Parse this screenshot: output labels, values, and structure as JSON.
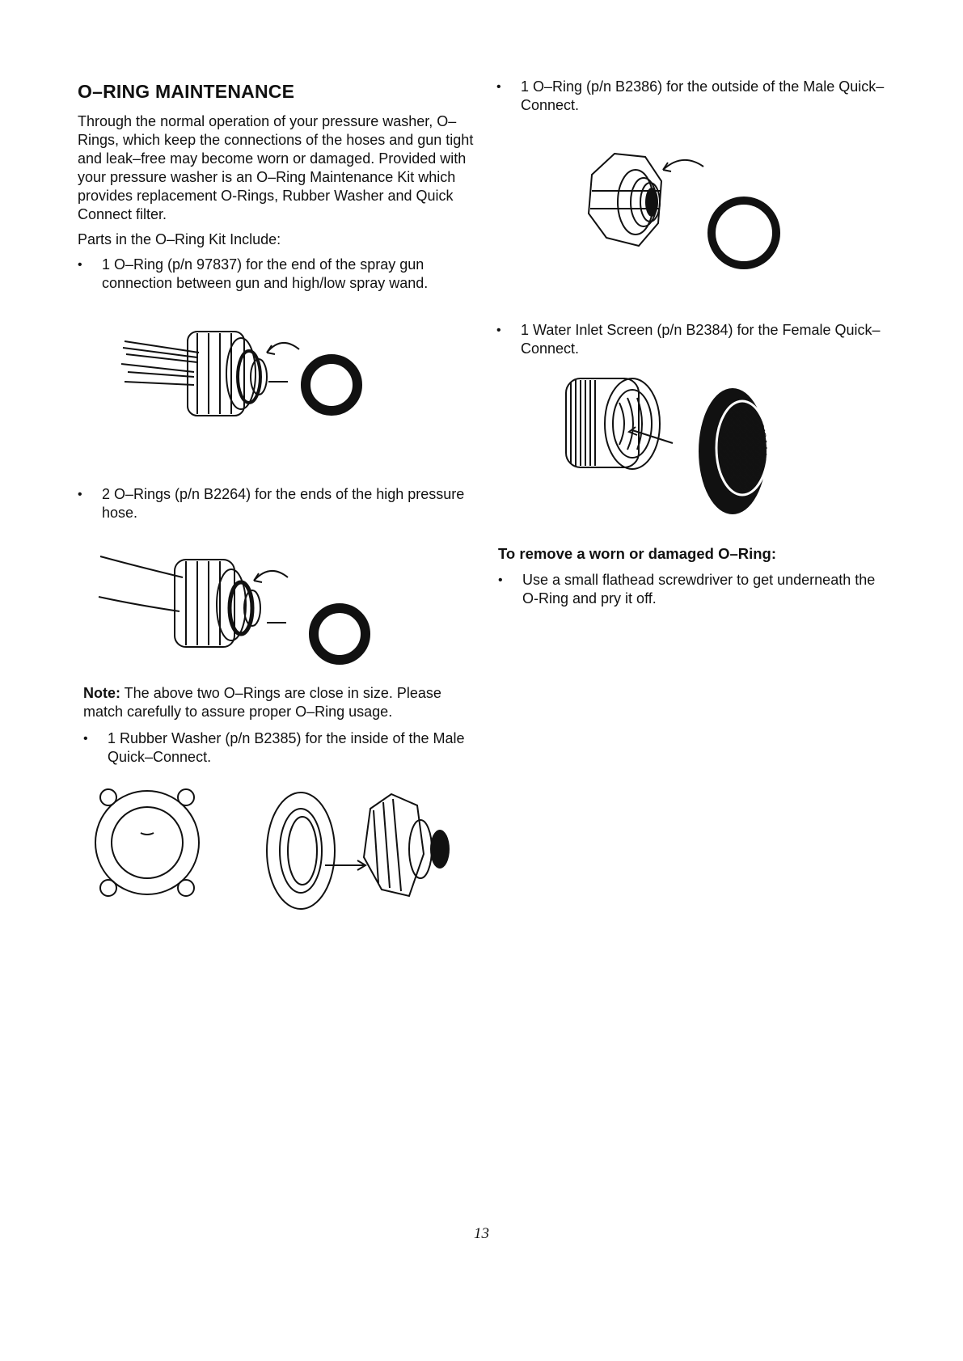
{
  "left": {
    "heading": "O–RING MAINTENANCE",
    "intro": "Through the normal operation of your pressure washer, O–Rings, which keep the connections of the hoses and gun tight and leak–free may become worn or damaged. Provided with your pressure washer is an O–Ring Maintenance Kit which provides replacement O-Rings, Rubber Washer and Quick Connect filter.",
    "parts_intro": "Parts in the O–Ring Kit Include:",
    "bullet_gun": "1 O–Ring (p/n 97837) for the end of the spray gun connection between gun and high/low spray wand.",
    "bullet_hose": "2 O–Rings (p/n B2264) for the ends of the high pressure hose.",
    "note_label": "Note:",
    "note_text": " The above two O–Rings are close in size. Please match carefully to assure proper O–Ring usage.",
    "bullet_washer": "1 Rubber Washer (p/n B2385) for the inside of the Male Quick–Connect."
  },
  "right": {
    "bullet_male_oring": "1 O–Ring (p/n B2386) for the outside of the Male Quick–Connect.",
    "bullet_screen": "1 Water Inlet Screen (p/n B2384) for the Female Quick–Connect.",
    "remove_heading": "To remove a worn or damaged O–Ring:",
    "remove_step": "Use a small flathead screwdriver to get underneath the O-Ring and pry it off."
  },
  "footer": {
    "page_number": "13"
  },
  "colors": {
    "ink": "#111111",
    "paper": "#ffffff"
  }
}
